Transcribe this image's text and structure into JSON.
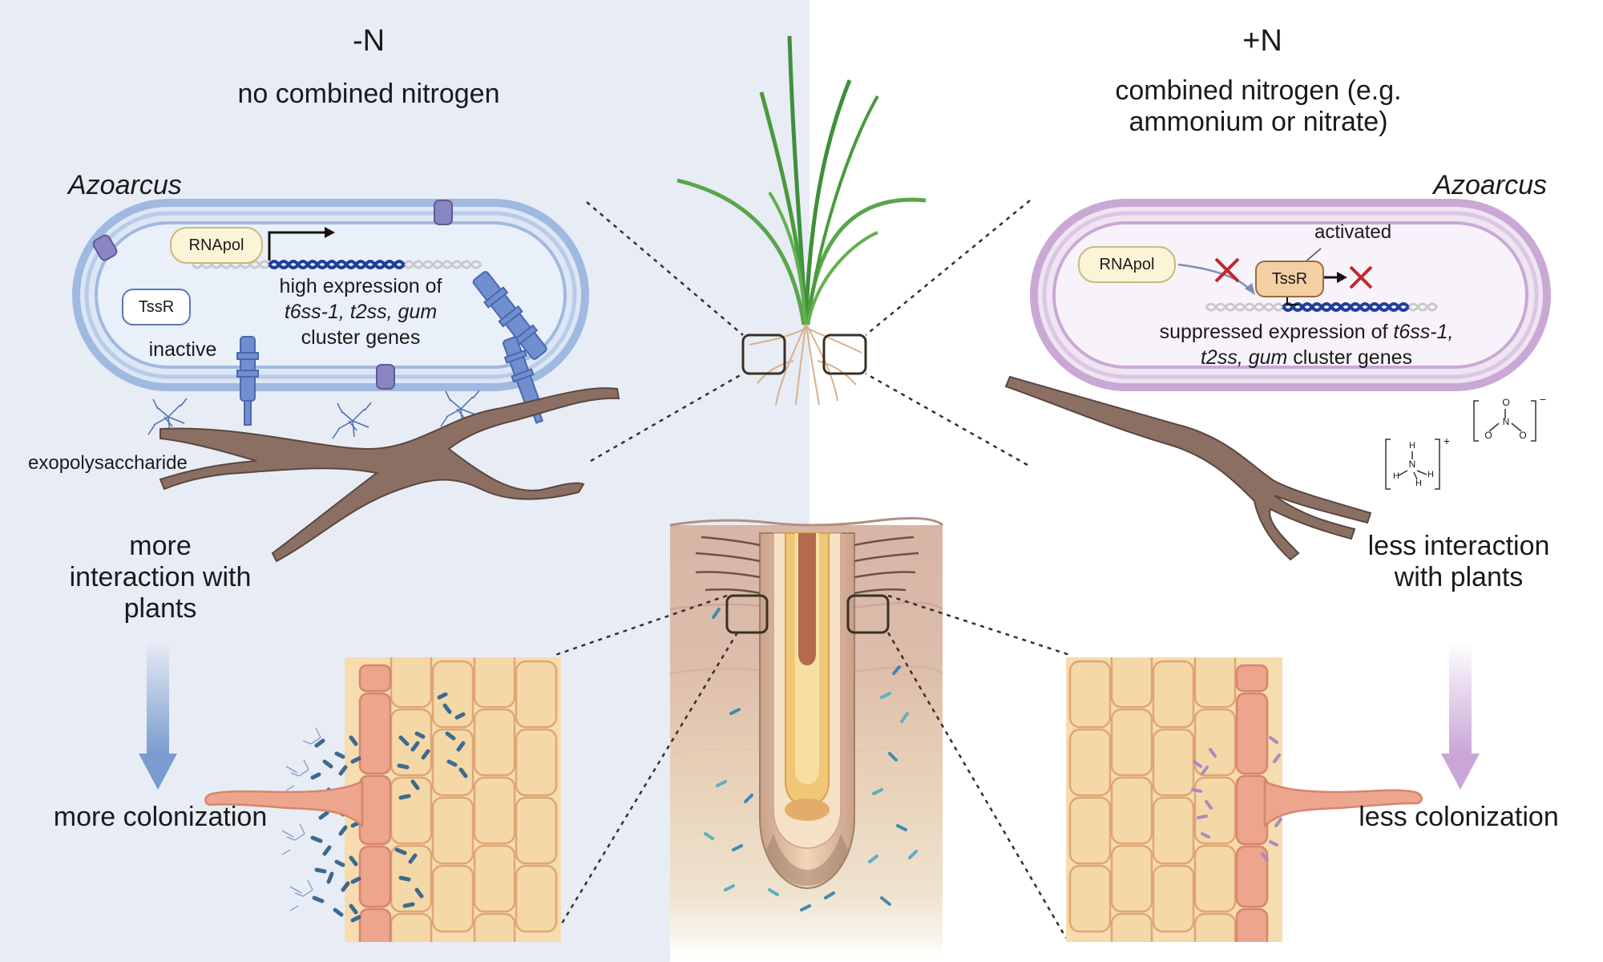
{
  "left": {
    "condition_symbol": "-N",
    "condition_desc": "no combined nitrogen",
    "organism": "Azoarcus",
    "rnapol": "RNApol",
    "tssr": "TssR",
    "tssr_state": "inactive",
    "expression_line1": "high expression of",
    "expression_genes_italic": "t6ss-1, t2ss, gum",
    "expression_line3": "cluster genes",
    "eps_label": "exopolysaccharide",
    "interaction": "more interaction with plants",
    "colonization": "more colonization",
    "accent_color": "#7a9ccf"
  },
  "right": {
    "condition_symbol": "+N",
    "condition_desc": "combined nitrogen (e.g. ammonium or nitrate)",
    "organism": "Azoarcus",
    "rnapol": "RNApol",
    "tssr": "TssR",
    "tssr_state": "activated",
    "expression_line1": "suppressed expression of ",
    "expression_genes_italic_1": "t6ss-1,",
    "expression_genes_italic_2": "t2ss, gum",
    "expression_line2_tail": " cluster genes",
    "interaction": "less interaction with plants",
    "colonization": "less colonization",
    "accent_color": "#c9a6d6"
  },
  "chemistry": {
    "ammonium_charge": "+",
    "nitrate_charge": "−",
    "nitrate_O1": "O",
    "nitrate_O2": "O",
    "nitrate_O3": "O",
    "nitrate_N": "N",
    "ammonium_N": "N",
    "ammonium_H": "H"
  },
  "colors": {
    "left_background": "#e8ecf5",
    "right_background": "#ffffff",
    "cell_fill": "#f5d8a8",
    "cell_outline": "#e0a574",
    "root_hair": "#e6957c",
    "branch": "#7a5f55",
    "inhibit_x": "#c0272d"
  }
}
